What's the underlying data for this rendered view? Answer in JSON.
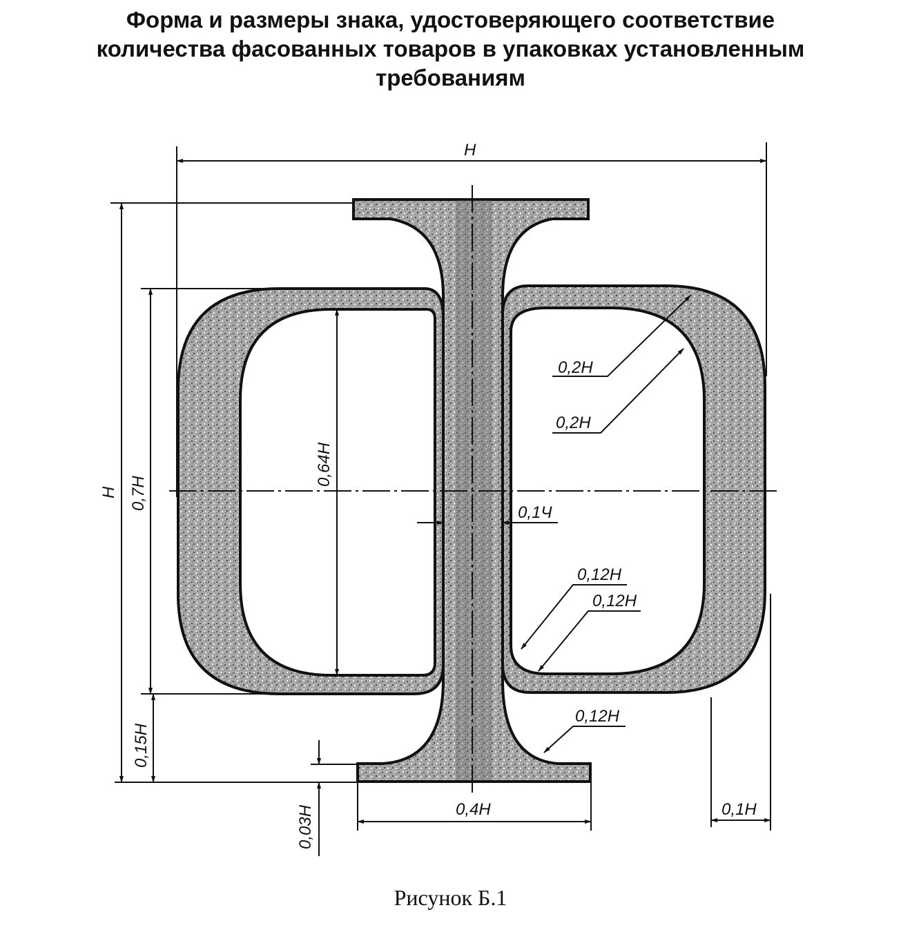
{
  "title": {
    "line1": "Форма и размеры знака, удостоверяющего соответствие",
    "line2": "количества фасованных товаров в упаковках установленным",
    "line3": "требованиям"
  },
  "dimensions": {
    "overall_width": "H",
    "overall_height": "H",
    "bowl_height": "0,7H",
    "inner_height": "0,64H",
    "stem_width": "0,1Ч",
    "outer_radius": "0,2H",
    "inner_radius": "0,2H",
    "small_radius_outer": "0,12H",
    "small_radius_inner": "0,12H",
    "serif_radius": "0,12H",
    "serif_offset": "0,15H",
    "serif_thickness": "0,03H",
    "serif_width": "0,4H",
    "side_gap": "0,1H"
  },
  "colors": {
    "fill": "#9a9a9a",
    "stroke": "#111111"
  },
  "caption": "Рисунок Б.1"
}
